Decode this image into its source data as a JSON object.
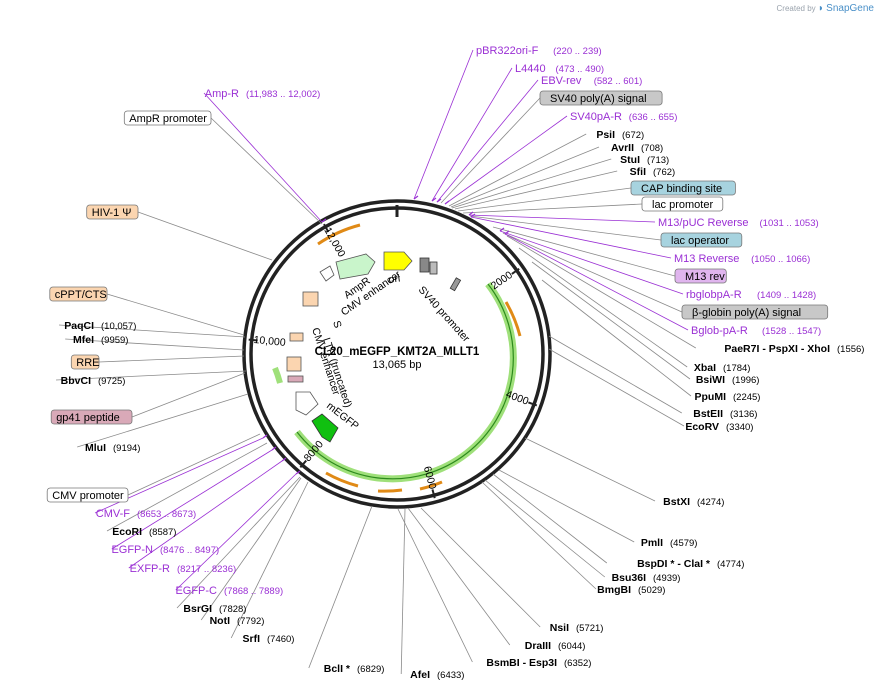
{
  "watermark": {
    "created_by": "Created by",
    "brand": "SnapGene"
  },
  "plasmid": {
    "name": "CL20_mEGFP_KMT2A_MLLT1",
    "size_label": "13,065 bp",
    "length": 13065
  },
  "ticks": [
    {
      "label": "2000",
      "pos": 2000
    },
    {
      "label": "4000",
      "pos": 4000
    },
    {
      "label": "6000",
      "pos": 6000
    },
    {
      "label": "8000",
      "pos": 8000
    },
    {
      "label": "10,000",
      "pos": 10000
    },
    {
      "label": "12,000",
      "pos": 12000
    }
  ],
  "colors": {
    "primer": "#9a2fd4",
    "enzyme": "#000000",
    "line": "#888888",
    "orf": "#f2a33a",
    "orf_band": "#9fe07a",
    "backbone": "#222222"
  },
  "labels": [
    {
      "name": "pBR322ori-F",
      "range": "(220 .. 239)",
      "kind": "primer"
    },
    {
      "name": "L4440",
      "range": "(473 .. 490)",
      "kind": "primer"
    },
    {
      "name": "EBV-rev",
      "range": "(582 .. 601)",
      "kind": "primer"
    },
    {
      "name": "SV40 poly(A) signal",
      "kind": "box",
      "bg": "#c8c8c8"
    },
    {
      "name": "SV40pA-R",
      "range": "(636 .. 655)",
      "kind": "primer"
    },
    {
      "name": "PsiI",
      "pos": "(672)",
      "kind": "enzyme"
    },
    {
      "name": "AvrII",
      "pos": "(708)",
      "kind": "enzyme"
    },
    {
      "name": "StuI",
      "pos": "(713)",
      "kind": "enzyme"
    },
    {
      "name": "SfiI",
      "pos": "(762)",
      "kind": "enzyme"
    },
    {
      "name": "CAP binding site",
      "kind": "box",
      "bg": "#a7d3df"
    },
    {
      "name": "lac promoter",
      "kind": "box",
      "bg": "#ffffff"
    },
    {
      "name": "M13/pUC Reverse",
      "range": "(1031 .. 1053)",
      "kind": "primer"
    },
    {
      "name": "lac operator",
      "kind": "box",
      "bg": "#a7d3df"
    },
    {
      "name": "M13 Reverse",
      "range": "(1050 .. 1066)",
      "kind": "primer"
    },
    {
      "name": "M13 rev",
      "kind": "box",
      "bg": "#e0b5ee"
    },
    {
      "name": "rbglobpA-R",
      "range": "(1409 .. 1428)",
      "kind": "primer"
    },
    {
      "name": "β-globin poly(A) signal",
      "kind": "box",
      "bg": "#c8c8c8"
    },
    {
      "name": "Bglob-pA-R",
      "range": "(1528 .. 1547)",
      "kind": "primer"
    },
    {
      "name": "PaeR7I - PspXI - XhoI",
      "pos": "(1556)",
      "kind": "enzyme"
    },
    {
      "name": "XbaI",
      "pos": "(1784)",
      "kind": "enzyme"
    },
    {
      "name": "BsiWI",
      "pos": "(1996)",
      "kind": "enzyme"
    },
    {
      "name": "PpuMI",
      "pos": "(2245)",
      "kind": "enzyme"
    },
    {
      "name": "BstEII",
      "pos": "(3136)",
      "kind": "enzyme"
    },
    {
      "name": "EcoRV",
      "pos": "(3340)",
      "kind": "enzyme"
    },
    {
      "name": "BstXI",
      "pos": "(4274)",
      "kind": "enzyme"
    },
    {
      "name": "PmlI",
      "pos": "(4579)",
      "kind": "enzyme"
    },
    {
      "name": "BspDI * - ClaI *",
      "pos": "(4774)",
      "kind": "enzyme"
    },
    {
      "name": "Bsu36I",
      "pos": "(4939)",
      "kind": "enzyme"
    },
    {
      "name": "BmgBI",
      "pos": "(5029)",
      "kind": "enzyme"
    },
    {
      "name": "NsiI",
      "pos": "(5721)",
      "kind": "enzyme"
    },
    {
      "name": "DraIII",
      "pos": "(6044)",
      "kind": "enzyme"
    },
    {
      "name": "BsmBI - Esp3I",
      "pos": "(6352)",
      "kind": "enzyme"
    },
    {
      "name": "AfeI",
      "pos": "(6433)",
      "kind": "enzyme"
    },
    {
      "name": "BclI *",
      "pos": "(6829)",
      "kind": "enzyme"
    },
    {
      "name": "SrfI",
      "pos": "(7460)",
      "kind": "enzyme"
    },
    {
      "name": "NotI",
      "pos": "(7792)",
      "kind": "enzyme"
    },
    {
      "name": "BsrGI",
      "pos": "(7828)",
      "kind": "enzyme"
    },
    {
      "name": "EGFP-C",
      "range": "(7868 .. 7889)",
      "kind": "primer"
    },
    {
      "name": "EXFP-R",
      "range": "(8217 .. 8236)",
      "kind": "primer"
    },
    {
      "name": "EGFP-N",
      "range": "(8476 .. 8497)",
      "kind": "primer"
    },
    {
      "name": "EcoRI",
      "pos": "(8587)",
      "kind": "enzyme"
    },
    {
      "name": "CMV-F",
      "range": "(8653 .. 8673)",
      "kind": "primer"
    },
    {
      "name": "CMV promoter",
      "kind": "box",
      "bg": "#ffffff"
    },
    {
      "name": "MluI",
      "pos": "(9194)",
      "kind": "enzyme"
    },
    {
      "name": "gp41 peptide",
      "kind": "box",
      "bg": "#d9a9b8"
    },
    {
      "name": "BbvCI",
      "pos": "(9725)",
      "kind": "enzyme"
    },
    {
      "name": "RRE",
      "kind": "box",
      "bg": "#fbd5b0"
    },
    {
      "name": "MfeI",
      "pos": "(9959)",
      "kind": "enzyme"
    },
    {
      "name": "PaqCI",
      "pos": "(10,057)",
      "kind": "enzyme"
    },
    {
      "name": "cPPT/CTS",
      "kind": "box",
      "bg": "#fbd5b0"
    },
    {
      "name": "HIV-1 Ψ",
      "kind": "box",
      "bg": "#fbd5b0"
    },
    {
      "name": "AmpR promoter",
      "kind": "box",
      "bg": "#ffffff"
    },
    {
      "name": "Amp-R",
      "range": "(11,983 .. 12,002)",
      "kind": "primer"
    }
  ],
  "inner_features": [
    {
      "name": "ori"
    },
    {
      "name": "SV40 promoter"
    },
    {
      "name": "AmpR"
    },
    {
      "name": "CMV enhancer"
    },
    {
      "name": "LTR (truncated)"
    },
    {
      "name": "CMV enhancer"
    },
    {
      "name": "mEGFP"
    }
  ]
}
